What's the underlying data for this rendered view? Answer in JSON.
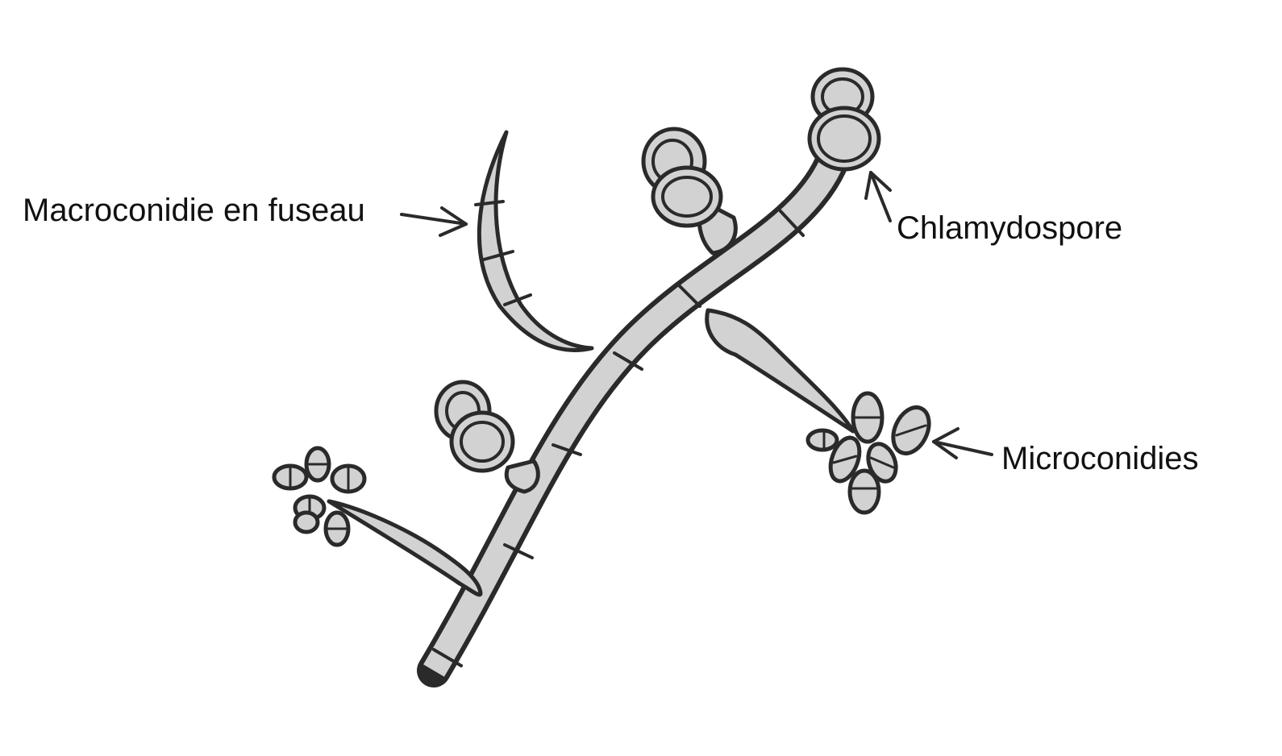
{
  "labels": {
    "macroconidia": "Macroconidie en fuseau",
    "chlamydospore": "Chlamydospore",
    "microconidia": "Microconidies"
  },
  "colors": {
    "ink": "#2a2a2a",
    "cell_fill": "#d2d2d2",
    "background": "#ffffff"
  }
}
